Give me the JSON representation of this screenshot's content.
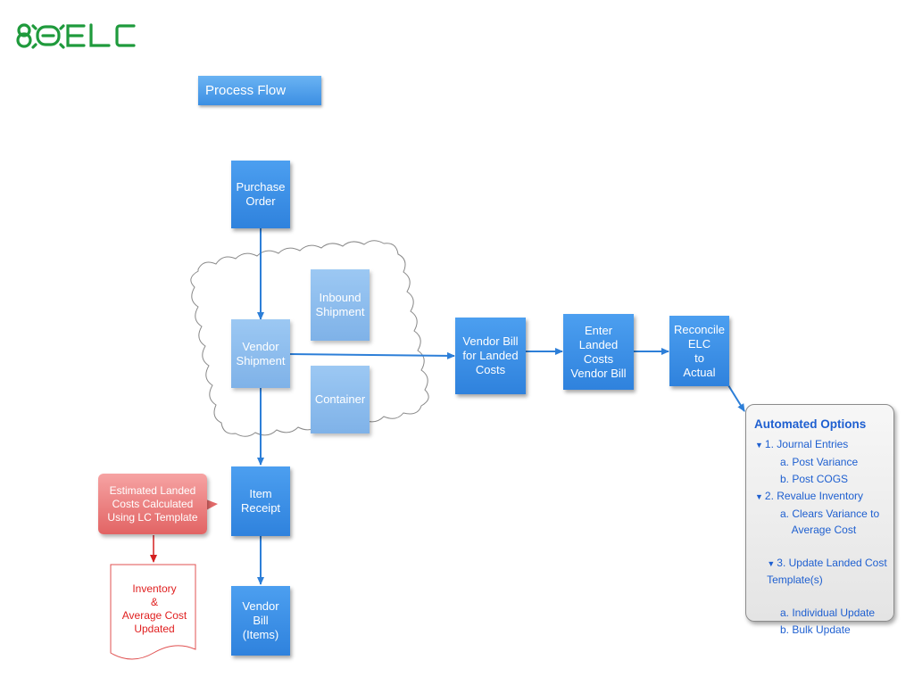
{
  "logo": {
    "text": "8QELC",
    "color": "#1f9a3c"
  },
  "title": "Process Flow",
  "nodes": {
    "purchase_order": "Purchase\nOrder",
    "vendor_shipment": "Vendor\nShipment",
    "inbound_shipment": "Inbound\nShipment",
    "container": "Container",
    "item_receipt": "Item\nReceipt",
    "vendor_bill_items": "Vendor\nBill\n(Items)",
    "vendor_bill_landed": "Vendor Bill\nfor  Landed\nCosts",
    "enter_landed": "Enter\nLanded\nCosts\nVendor Bill",
    "reconcile": "Reconcile\nELC\nto\nActual"
  },
  "estimated_note": "Estimated Landed\nCosts Calculated\nUsing LC Template",
  "inventory_doc": "Inventory\n&\nAverage Cost\nUpdated",
  "options": {
    "title": "Automated Options",
    "items": [
      {
        "label": "1. Journal Entries",
        "subs": [
          "a. Post Variance",
          "b. Post COGS"
        ]
      },
      {
        "label": "2. Revalue Inventory",
        "subs": [
          "a. Clears Variance to\n    Average Cost"
        ]
      },
      {
        "label": "3. Update Landed Cost\n    Template(s)",
        "subs": [
          "a. Individual Update",
          "b. Bulk Update"
        ]
      }
    ]
  },
  "colors": {
    "node_blue": "#3a8ee6",
    "node_light": "#8dbdee",
    "arrow_blue": "#2d7fd8",
    "arrow_red": "#d42020",
    "note_red": "#e87070"
  }
}
